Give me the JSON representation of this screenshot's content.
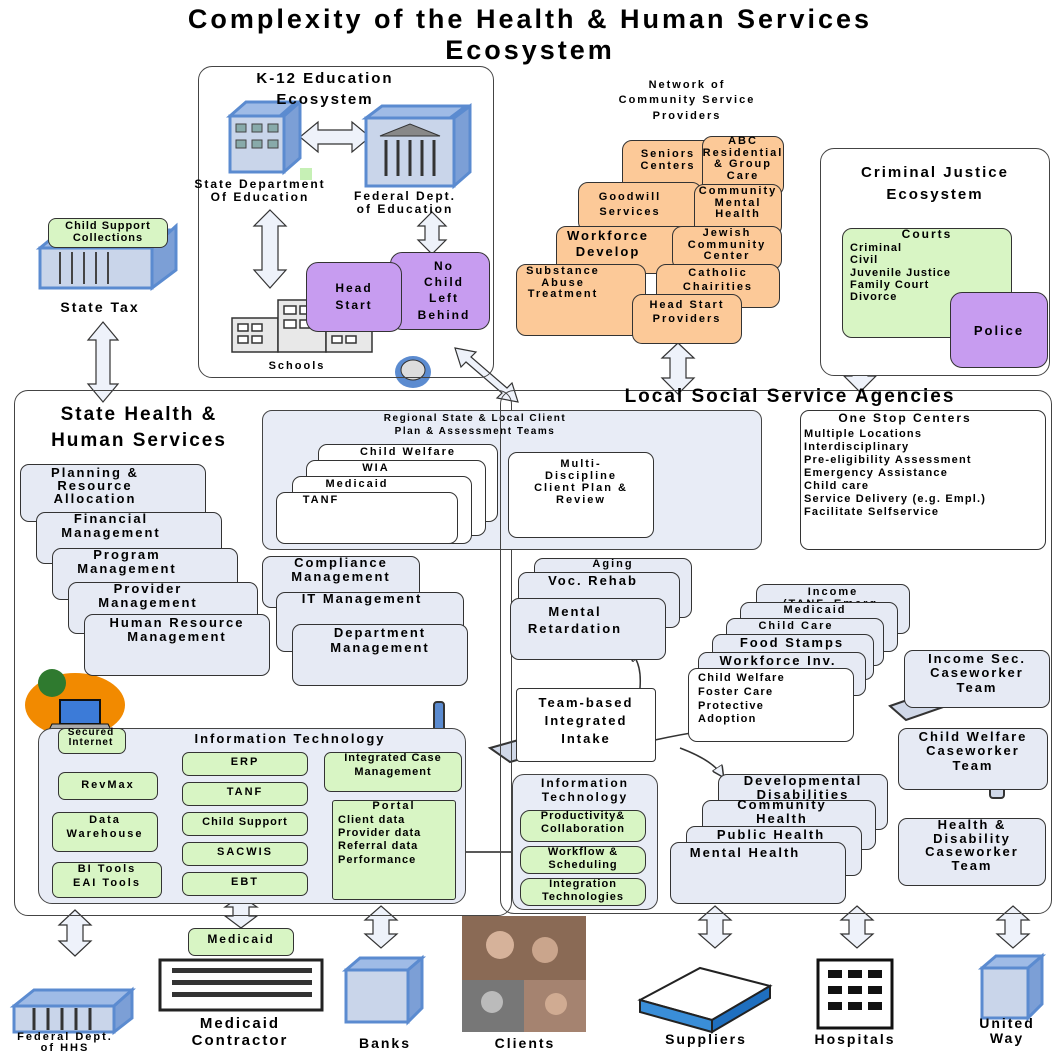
{
  "title": "Complexity of the Health & Human Services\nEcosystem",
  "k12": {
    "title": "K-12 Education\nEcosystem",
    "state_dept": "State Department\nOf Education",
    "federal_dept": "Federal Dept.\nof Education",
    "head_start": "Head\nStart",
    "nclb": "No\nChild\nLeft\nBehind",
    "schools": "Schools"
  },
  "state_tax": {
    "collections": "Child Support\nCollections",
    "label": "State Tax"
  },
  "community": {
    "title": "Network of\nCommunity Service\nProviders",
    "providers": [
      "Seniors\nCenters",
      "ABC\nResidential\n& Group\nCare",
      "Goodwill\nServices",
      "Community\nMental\nHealth",
      "Workforce\nDevelop",
      "Jewish\nCommunity\nCenter",
      "Substance\nAbuse\nTreatment",
      "Catholic\nChairities",
      "Head Start\nProviders"
    ]
  },
  "criminal": {
    "title": "Criminal Justice\nEcosystem",
    "courts_title": "Courts",
    "courts_list": "Criminal\nCivil\nJuvenile Justice\nFamily Court\nDivorce",
    "police": "Police"
  },
  "state_hhs": {
    "title": "State Health &\nHuman Services",
    "regional": "Regional State & Local Client\nPlan & Assessment Teams",
    "programs": [
      "Child Welfare",
      "WIA",
      "Medicaid",
      "TANF"
    ],
    "multi": "Multi-\nDiscipline\nClient Plan &\nReview",
    "management": [
      "Planning &\nResource\nAllocation",
      "Financial\nManagement",
      "Program\nManagement",
      "Provider\nManagement",
      "Human Resource\nManagement"
    ],
    "management_right": [
      "Compliance\nManagement",
      "IT Management",
      "Department\nManagement"
    ]
  },
  "it": {
    "title": "Information Technology",
    "left_items": [
      "Secured\nInternet",
      "RevMax",
      "Data\nWarehouse",
      "BI Tools\nEAI Tools"
    ],
    "mid_items": [
      "ERP",
      "TANF",
      "Child Support",
      "SACWIS",
      "EBT"
    ],
    "icm": "Integrated Case\nManagement",
    "portal_title": "Portal",
    "portal_list": "Client data\nProvider data\nReferral data\nPerformance"
  },
  "local": {
    "title": "Local Social Service Agencies",
    "one_stop_title": "One Stop Centers",
    "one_stop_list": "Multiple Locations\nInterdisciplinary\nPre-eligibility Assessment\nEmergency Assistance\nChild care\nService Delivery (e.g. Empl.)\nFacilitate Selfservice",
    "rehab": [
      "Aging",
      "Voc. Rehab",
      "Mental\nRetardation"
    ],
    "income": [
      "Income\n(TANF, Emerg.",
      "Medicaid",
      "Child Care",
      "Food Stamps",
      "Workforce Inv."
    ],
    "child_welfare_list": "Child Welfare\nFoster Care\nProtective\nAdoption",
    "intake": "Team-based\nIntegrated\nIntake",
    "it_title": "Information\nTechnology",
    "it_items": [
      "Productivity&\nCollaboration",
      "Workflow &\nScheduling",
      "Integration\nTechnologies"
    ],
    "health": [
      "Developmental\nDisabilities",
      "Community\nHealth",
      "Public Health",
      "Mental Health"
    ],
    "teams": [
      "Income Sec.\nCaseworker\nTeam",
      "Child Welfare\nCaseworker\nTeam",
      "Health &\nDisability\nCaseworker\nTeam"
    ]
  },
  "bottom": {
    "federal_hhs": "Federal Dept.\nof HHS",
    "medicaid_tag": "Medicaid",
    "medicaid_contractor": "Medicaid\nContractor",
    "banks": "Banks",
    "clients": "Clients",
    "suppliers": "Suppliers",
    "hospitals": "Hospitals",
    "united_way": "United\nWay"
  },
  "colors": {
    "peach": "#fcc998",
    "green": "#d8f5c4",
    "purple": "#c79cf0",
    "panel": "#e8ecf6",
    "building": "#5b8bd0"
  }
}
